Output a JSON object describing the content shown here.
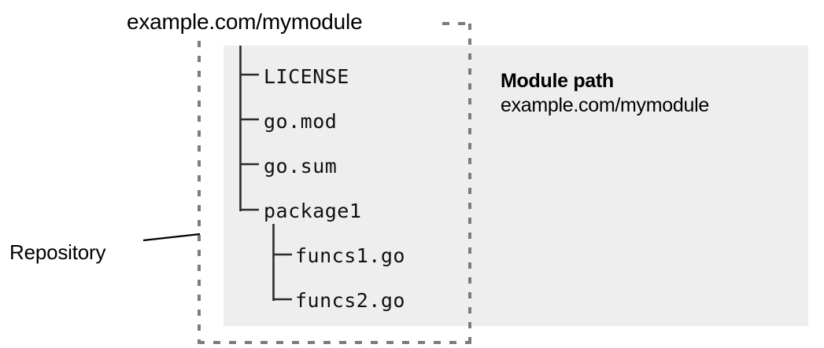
{
  "diagram": {
    "module_title": "example.com/mymodule",
    "repository_label": "Repository",
    "colors": {
      "panel_background": "#eeeeee",
      "dashed_border": "#7c7c7c",
      "text": "#000000",
      "page_background": "#ffffff"
    }
  },
  "tree": {
    "items": [
      {
        "label": "LICENSE",
        "level": 1,
        "connector": "tee"
      },
      {
        "label": "go.mod",
        "level": 1,
        "connector": "tee"
      },
      {
        "label": "go.sum",
        "level": 1,
        "connector": "tee"
      },
      {
        "label": "package1",
        "level": 1,
        "connector": "elbow"
      },
      {
        "label": "funcs1.go",
        "level": 2,
        "connector": "tee"
      },
      {
        "label": "funcs2.go",
        "level": 2,
        "connector": "elbow"
      }
    ]
  },
  "annotation": {
    "title": "Module path",
    "value": "example.com/mymodule"
  }
}
